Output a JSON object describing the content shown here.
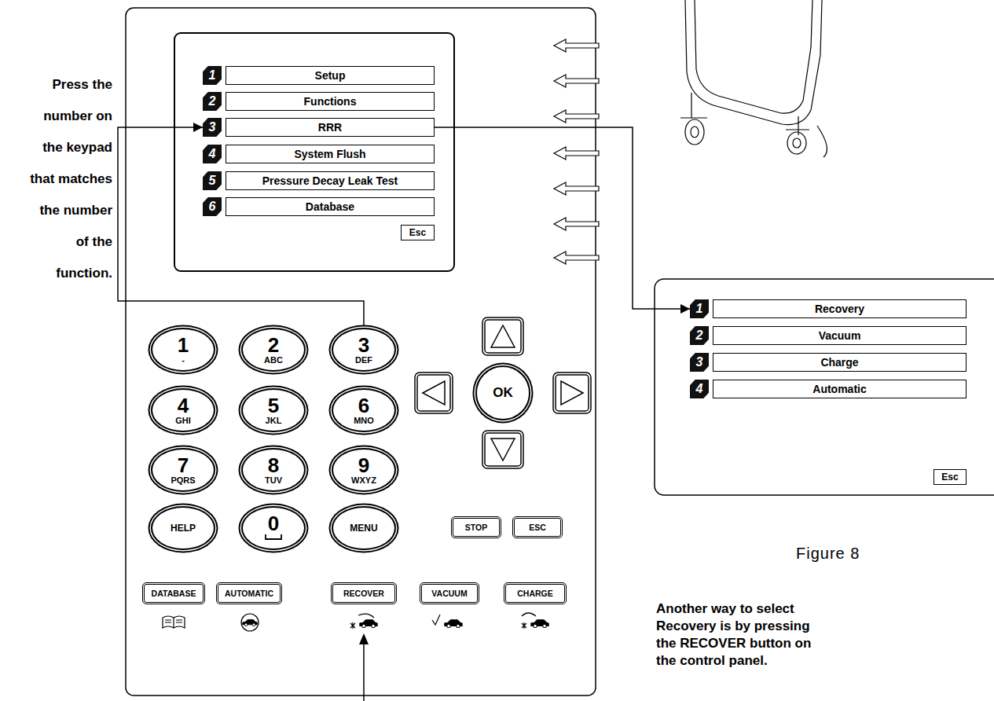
{
  "diagram": {
    "nodes": [
      {
        "text": [
          "1",
          "Setup"
        ]
      },
      {
        "text": [
          "2",
          "Functions"
        ]
      },
      {
        "text": [
          "3",
          "RRR"
        ]
      },
      {
        "text": [
          "4",
          "System Flush"
        ]
      },
      {
        "text": [
          "5",
          "Pressure Decay Leak Test"
        ]
      },
      {
        "text": [
          "6",
          "Database"
        ]
      },
      {
        "text": [
          "Esc"
        ]
      },
      {
        "text": [
          "1",
          "Recovery"
        ]
      },
      {
        "text": [
          "2",
          "Vacuum"
        ]
      },
      {
        "text": [
          "3",
          "Charge"
        ]
      },
      {
        "text": [
          "4",
          "Automatic"
        ]
      },
      {
        "text": [
          "Esc"
        ]
      },
      {
        "text": [
          "1",
          "-"
        ]
      },
      {
        "text": [
          "2",
          "ABC"
        ]
      },
      {
        "text": [
          "3",
          "DEF"
        ]
      },
      {
        "text": [
          "4",
          "GHI"
        ]
      },
      {
        "text": [
          "5",
          "JKL"
        ]
      },
      {
        "text": [
          "6",
          "MNO"
        ]
      },
      {
        "text": [
          "OK"
        ]
      },
      {
        "text": [
          "7",
          "PQRS"
        ]
      },
      {
        "text": [
          "8",
          "TUV"
        ]
      },
      {
        "text": [
          "9",
          "WXYZ"
        ]
      },
      {
        "text": [
          "HELP"
        ]
      },
      {
        "text": [
          "0"
        ]
      },
      {
        "text": [
          "MENU"
        ]
      },
      {
        "text": [
          "STOP"
        ]
      },
      {
        "text": [
          "ESC"
        ]
      },
      {
        "text": [
          "DATABASE"
        ]
      },
      {
        "text": [
          "AUTOMATIC"
        ]
      },
      {
        "text": [
          "RECOVER"
        ]
      },
      {
        "text": [
          "VACUUM"
        ]
      },
      {
        "text": [
          "CHARGE"
        ]
      }
    ],
    "edges": [
      {
        "from": 14,
        "to": 2,
        "arrow": "to"
      },
      {
        "from": 2,
        "to": 7,
        "arrow": "to"
      }
    ],
    "labels": [
      "Press the number on the keypad that matches the number of the function.",
      "Figure 8",
      "Another way to select Recovery is by pressing the RECOVER button on the control panel."
    ]
  }
}
